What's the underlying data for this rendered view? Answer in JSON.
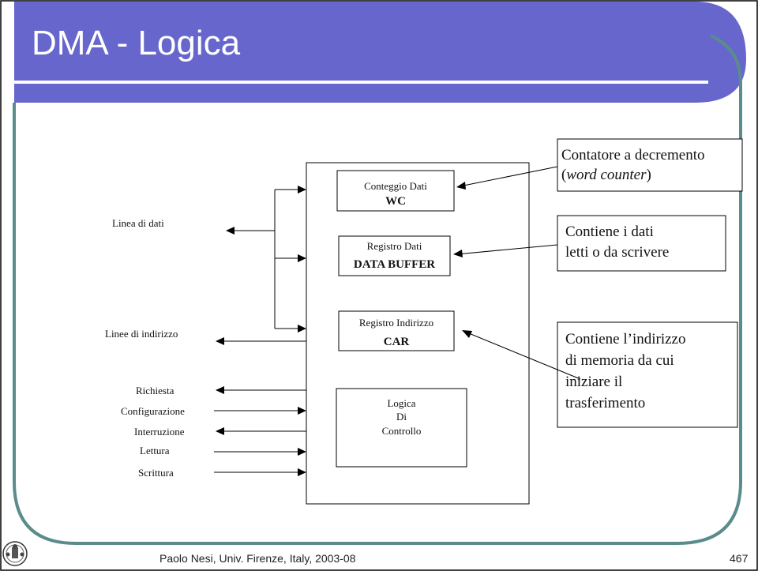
{
  "slide": {
    "title": "DMA - Logica",
    "footer": "Paolo Nesi, Univ. Firenze, Italy, 2003-08",
    "page_number": "467",
    "logo_icon": "university-seal-icon",
    "colors": {
      "header": "#6666cc",
      "frame": "#5b8c8c",
      "rule": "#ffffff"
    }
  },
  "diagram": {
    "registers": {
      "wc": {
        "name": "Conteggio Dati",
        "code": "WC"
      },
      "data_buffer": {
        "name": "Registro Dati",
        "code": "DATA BUFFER"
      },
      "car": {
        "name": "Registro Indirizzo",
        "code": "CAR"
      },
      "control": {
        "line1": "Logica",
        "line2": "Di",
        "line3": "Controllo"
      }
    },
    "signals": {
      "linea_dati": "Linea di dati",
      "linee_indirizzo": "Linee di indirizzo",
      "richiesta": "Richiesta",
      "configurazione": "Configurazione",
      "interruzione": "Interruzione",
      "lettura": "Lettura",
      "scrittura": "Scrittura"
    },
    "callouts": {
      "wc": {
        "line1": "Contatore a decremento",
        "line2_open": "(",
        "line2_italic": "word counter",
        "line2_close": ")"
      },
      "data_buffer": {
        "line1": "Contiene i dati",
        "line2": "letti o da scrivere"
      },
      "car": {
        "line1": "Contiene l’indirizzo",
        "line2": "di memoria da cui",
        "line3": "iniziare il",
        "line4": "trasferimento"
      }
    }
  }
}
